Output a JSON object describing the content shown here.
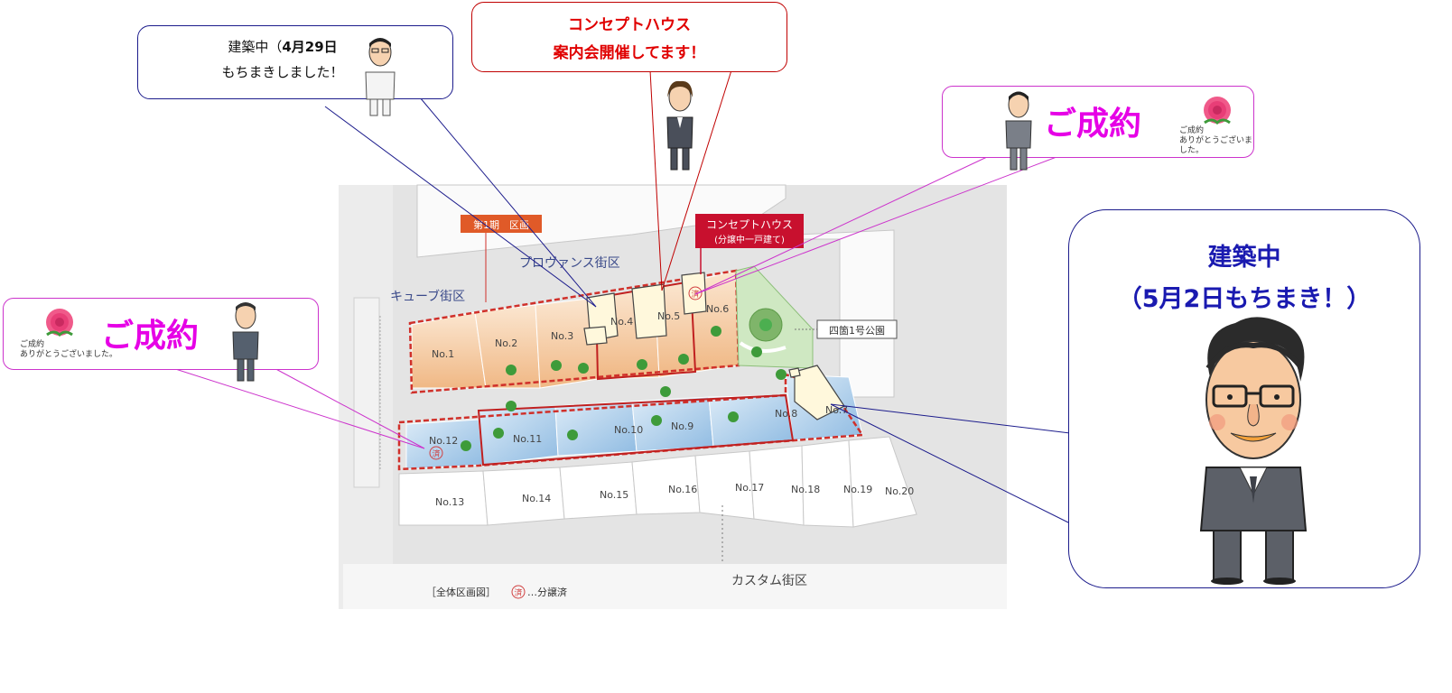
{
  "callouts": {
    "top_left": {
      "line1": "建築中（",
      "line1_bold": "4月29日",
      "line2": "もちまきしました！",
      "border": "#1c1c8c"
    },
    "top_center": {
      "line1": "コンセプトハウス",
      "line2": "案内会開催してます！",
      "color": "#e00000",
      "border": "#c00000"
    },
    "right_top": {
      "title": "ご成約",
      "thanks1": "ご成約",
      "thanks2": "ありがとうございました。",
      "color": "#e600e6",
      "border": "#cc33cc"
    },
    "left": {
      "title": "ご成約",
      "thanks1": "ご成約",
      "thanks2": "ありがとうございました。",
      "color": "#e600e6",
      "border": "#cc33cc"
    },
    "right_big": {
      "line1": "建築中",
      "line2": "（5月2日もちまき！）",
      "color": "#1a1ab0",
      "border": "#1c1c8c"
    }
  },
  "map": {
    "district_first": "第1期　区画",
    "district_provence": "プロヴァンス街区",
    "district_cube": "キューブ街区",
    "district_custom": "カスタム街区",
    "concept_sign_line1": "コンセプトハウス",
    "concept_sign_line2": "(分譲中一戸建て)",
    "park": "四箇1号公園",
    "legend_label": "［全体区画図］",
    "legend_mark": "済",
    "legend_text": "…分譲済",
    "sold_mark": "済",
    "lots": [
      "No.1",
      "No.2",
      "No.3",
      "No.4",
      "No.5",
      "No.6",
      "No.7",
      "No.8",
      "No.9",
      "No.10",
      "No.11",
      "No.12",
      "No.13",
      "No.14",
      "No.15",
      "No.16",
      "No.17",
      "No.18",
      "No.19",
      "No.20"
    ]
  },
  "colors": {
    "orange_lot": "#f2c9a0",
    "blue_lot": "#a9cbe8",
    "white_lot": "#ffffff",
    "road": "#e2e2e2",
    "dash_red": "#d0302a",
    "park_green": "#4caf50"
  }
}
